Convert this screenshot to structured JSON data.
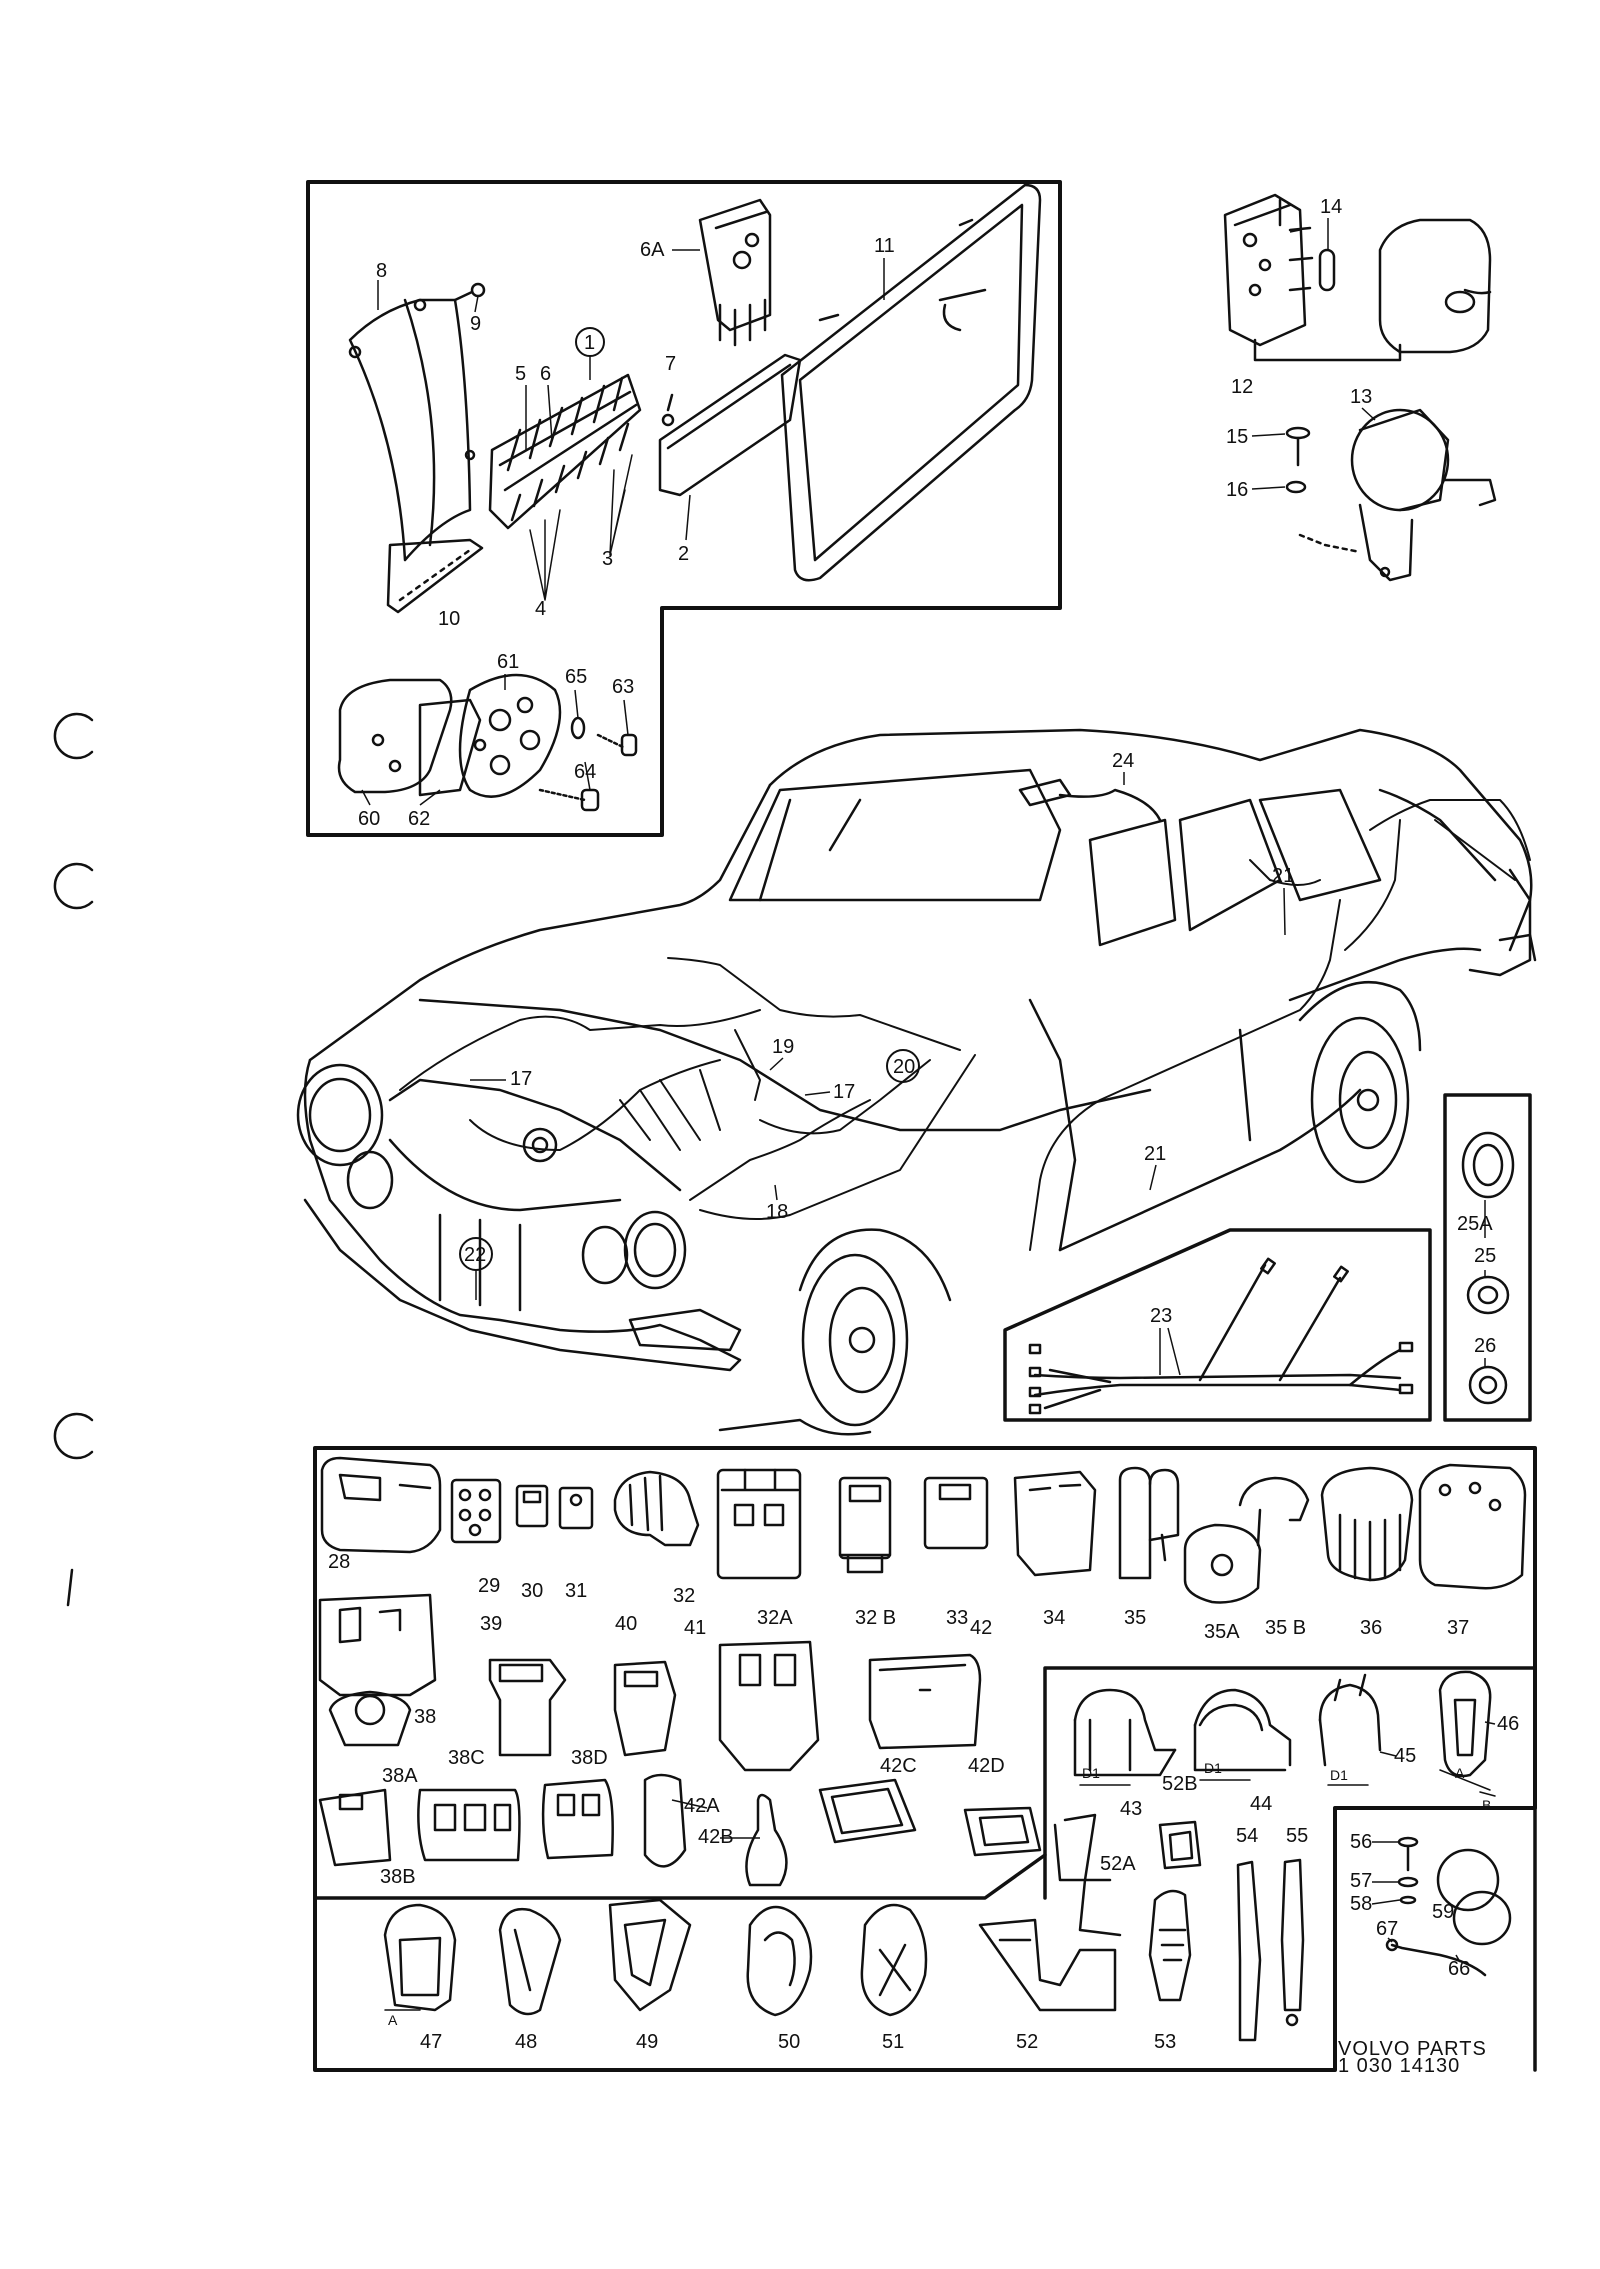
{
  "diagram": {
    "caption": {
      "line1": "VOLVO  PARTS",
      "line2": "1 030   14130"
    },
    "part_labels": {
      "p1": "1",
      "p2": "2",
      "p3": "3",
      "p4": "4",
      "p5": "5",
      "p6": "6",
      "p6a": "6A",
      "p7": "7",
      "p8": "8",
      "p9": "9",
      "p10": "10",
      "p11": "11",
      "p12": "12",
      "p13": "13",
      "p14": "14",
      "p15": "15",
      "p16": "16",
      "p17a": "17",
      "p17b": "17",
      "p18": "18",
      "p19": "19",
      "p20": "20",
      "p21a": "21",
      "p21b": "21",
      "p22": "22",
      "p23": "23",
      "p24": "24",
      "p25": "25",
      "p25a": "25A",
      "p26": "26",
      "p28": "28",
      "p29": "29",
      "p30": "30",
      "p31": "31",
      "p32": "32",
      "p32a": "32A",
      "p32b": "32 B",
      "p33": "33",
      "p34": "34",
      "p35": "35",
      "p35a": "35A",
      "p35b": "35 B",
      "p36": "36",
      "p37": "37",
      "p38": "38",
      "p38a": "38A",
      "p38b": "38B",
      "p38c": "38C",
      "p38d": "38D",
      "p39": "39",
      "p40": "40",
      "p41": "41",
      "p42": "42",
      "p42a": "42A",
      "p42b": "42B",
      "p42c": "42C",
      "p42d": "42D",
      "p43": "43",
      "p44": "44",
      "p45": "45",
      "p46": "46",
      "p47": "47",
      "p48": "48",
      "p49": "49",
      "p50": "50",
      "p51": "51",
      "p52": "52",
      "p52a": "52A",
      "p52b": "52B",
      "p53": "53",
      "p54": "54",
      "p55": "55",
      "p56": "56",
      "p57": "57",
      "p58": "58",
      "p59": "59",
      "p60": "60",
      "p61": "61",
      "p62": "62",
      "p63": "63",
      "p64": "64",
      "p65": "65",
      "p66": "66",
      "p67": "67",
      "dim_d1a": "D1",
      "dim_d1b": "D1",
      "dim_d1c": "D1",
      "dim_a1": "A",
      "dim_b1": "B",
      "dim_a2": "A"
    }
  }
}
